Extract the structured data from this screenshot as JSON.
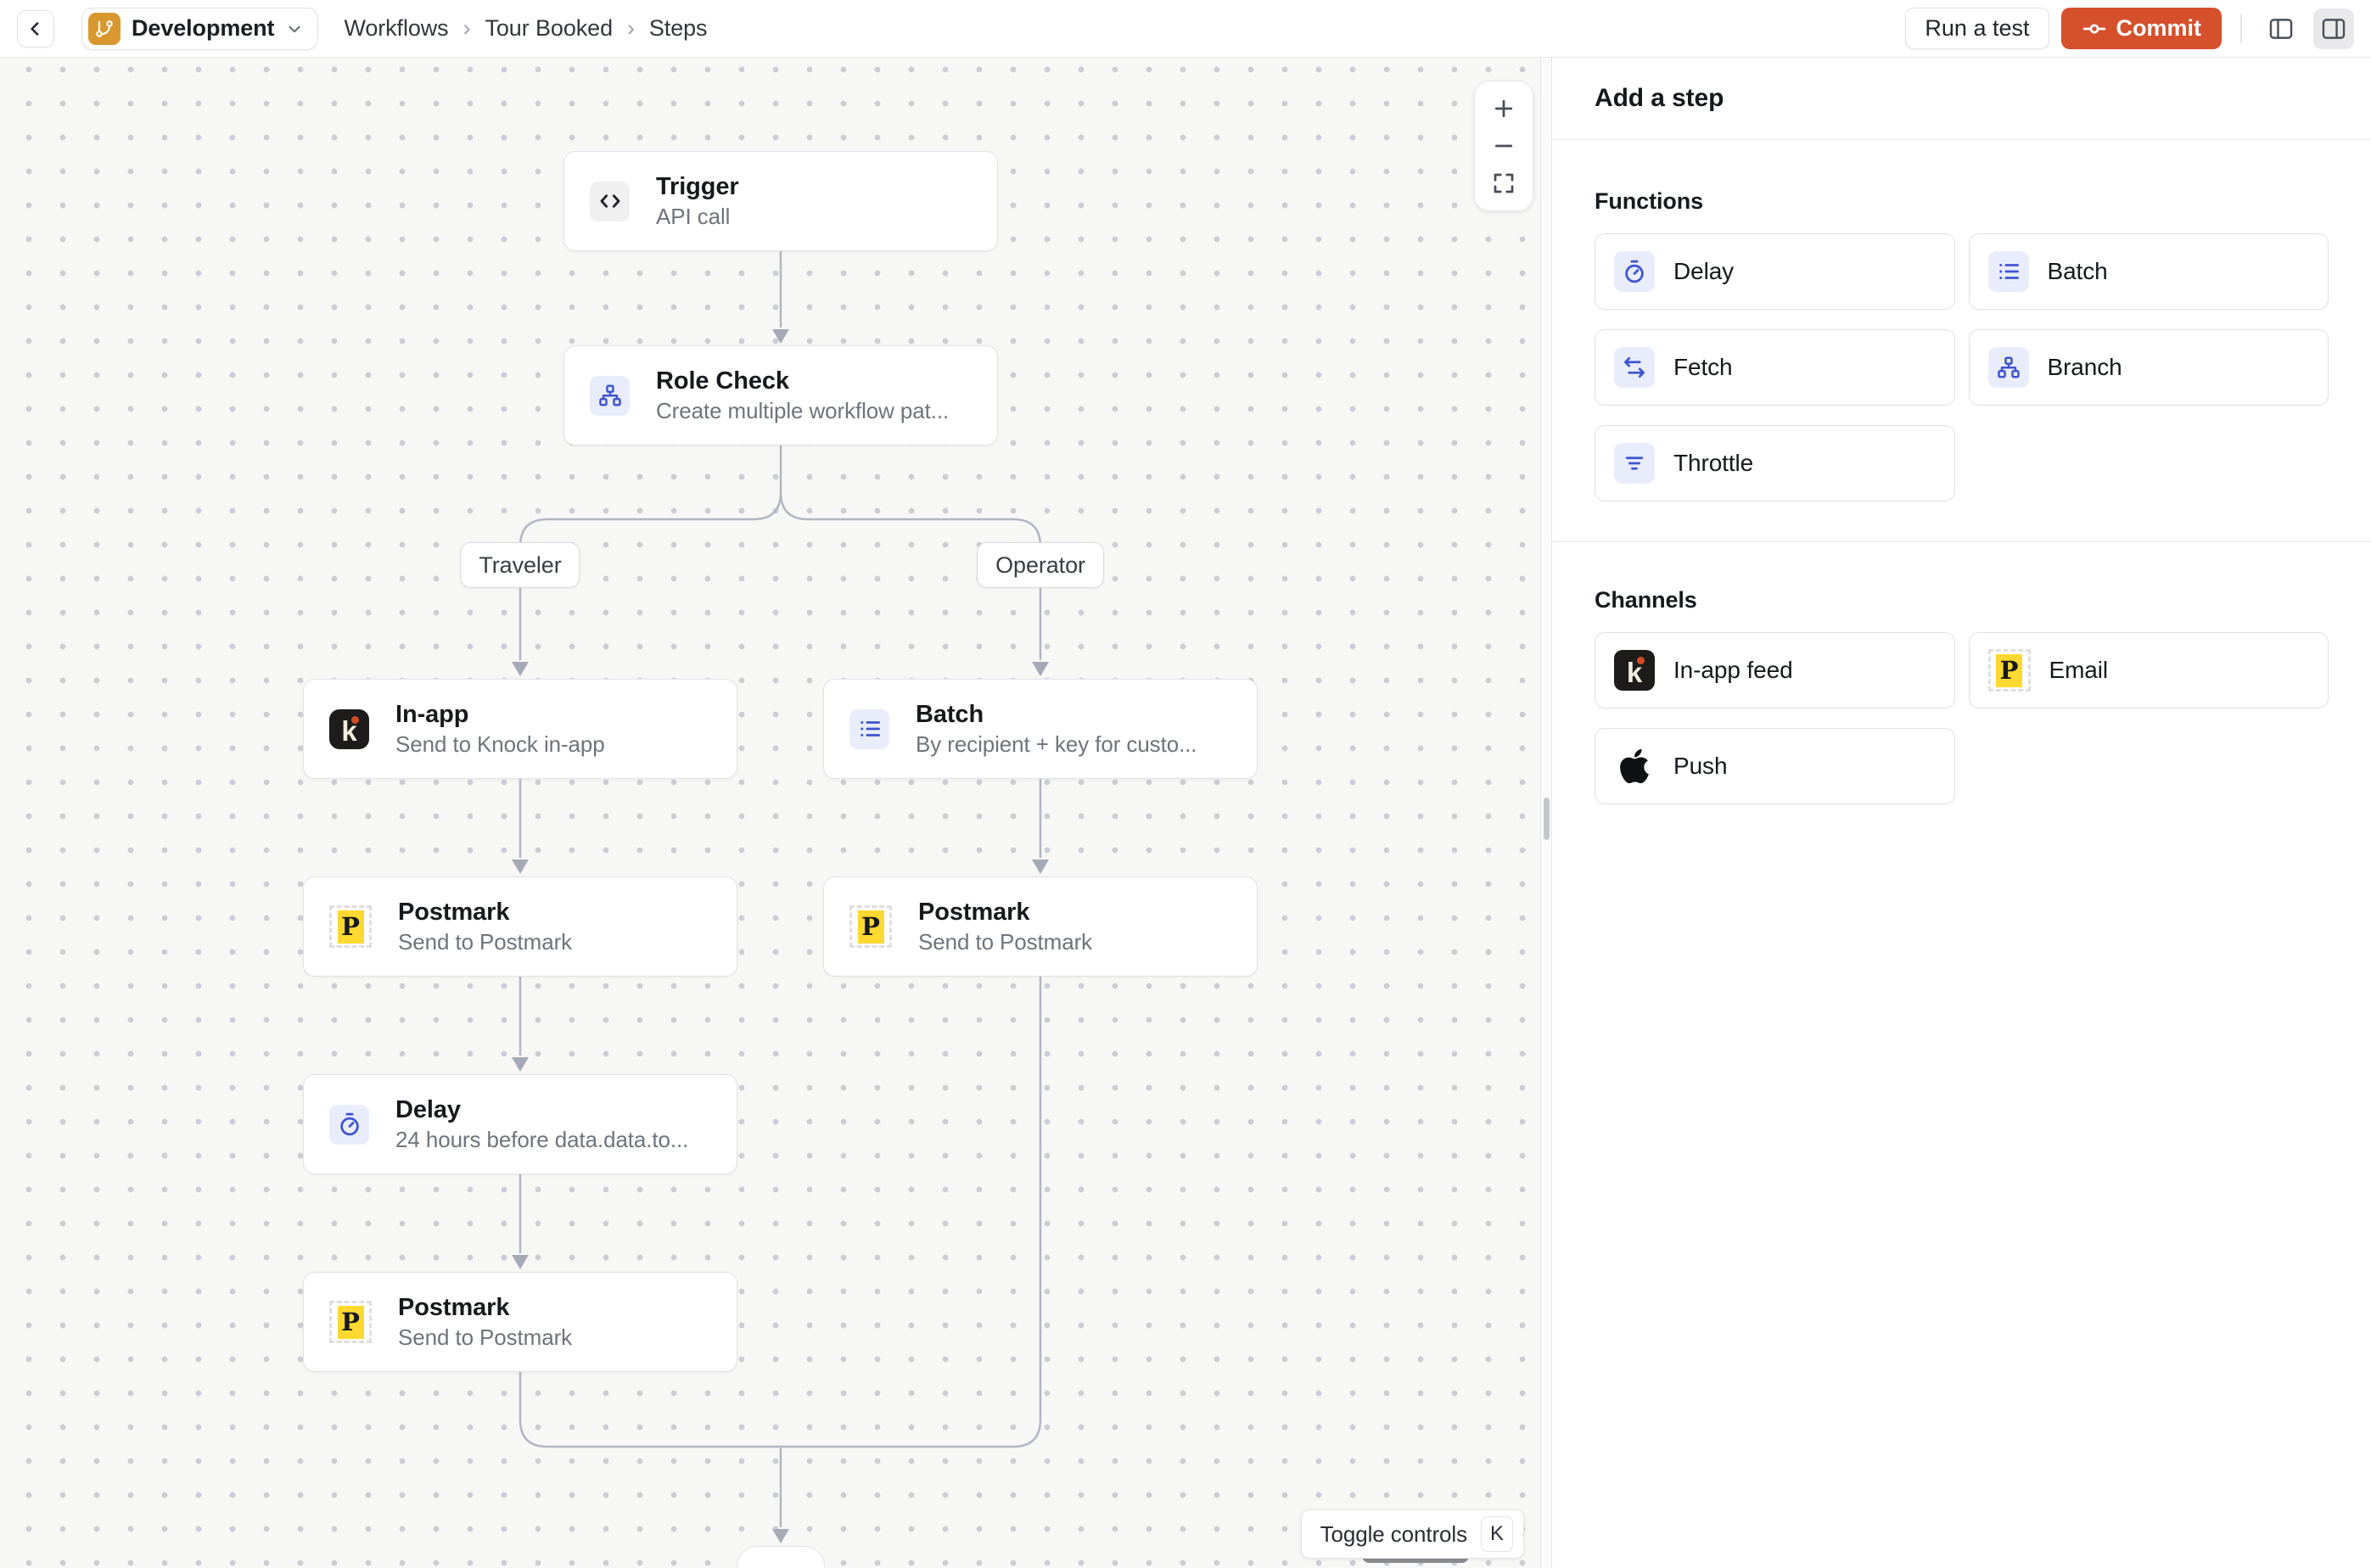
{
  "topbar": {
    "environment": {
      "label": "Development"
    },
    "breadcrumb": {
      "items": [
        "Workflows",
        "Tour Booked",
        "Steps"
      ],
      "separator": "›"
    },
    "actions": {
      "run_test": "Run a test",
      "commit": "Commit"
    }
  },
  "canvas": {
    "branch_labels": {
      "left": "Traveler",
      "right": "Operator"
    },
    "nodes": {
      "trigger": {
        "title": "Trigger",
        "subtitle": "API call",
        "icon": "code-icon"
      },
      "role_check": {
        "title": "Role Check",
        "subtitle": "Create multiple workflow pat...",
        "icon": "branch-icon"
      },
      "in_app": {
        "title": "In-app",
        "subtitle": "Send to Knock in-app",
        "icon": "knock-icon"
      },
      "batch": {
        "title": "Batch",
        "subtitle": "By recipient + key for custo...",
        "icon": "list-icon"
      },
      "postmark_traveler_1": {
        "title": "Postmark",
        "subtitle": "Send to Postmark",
        "icon": "postmark-icon"
      },
      "delay": {
        "title": "Delay",
        "subtitle": "24 hours before data.data.to...",
        "icon": "stopwatch-icon"
      },
      "postmark_traveler_2": {
        "title": "Postmark",
        "subtitle": "Send to Postmark",
        "icon": "postmark-icon"
      },
      "postmark_operator": {
        "title": "Postmark",
        "subtitle": "Send to Postmark",
        "icon": "postmark-icon"
      }
    },
    "controls": {
      "toggle_label": "Toggle controls",
      "toggle_shortcut": "K"
    }
  },
  "sidebar": {
    "title": "Add a step",
    "sections": [
      {
        "label": "Functions",
        "items": [
          {
            "label": "Delay",
            "icon": "stopwatch-icon"
          },
          {
            "label": "Batch",
            "icon": "list-icon"
          },
          {
            "label": "Fetch",
            "icon": "swap-arrows-icon"
          },
          {
            "label": "Branch",
            "icon": "branch-icon"
          },
          {
            "label": "Throttle",
            "icon": "filter-lines-icon"
          }
        ]
      },
      {
        "label": "Channels",
        "items": [
          {
            "label": "In-app feed",
            "icon": "knock-icon"
          },
          {
            "label": "Email",
            "icon": "postmark-icon"
          },
          {
            "label": "Push",
            "icon": "apple-icon"
          }
        ]
      }
    ]
  },
  "colors": {
    "commit_button": "#D5502B",
    "environment_badge": "#D9982F",
    "function_icon_blue": "#3F55CF",
    "function_tile_bg": "#E9EDFB",
    "knock_black": "#1D1C1A",
    "postmark_yellow": "#FFD930",
    "connector_gray": "#B3B6C3",
    "canvas_bg": "#F7F7F5"
  }
}
